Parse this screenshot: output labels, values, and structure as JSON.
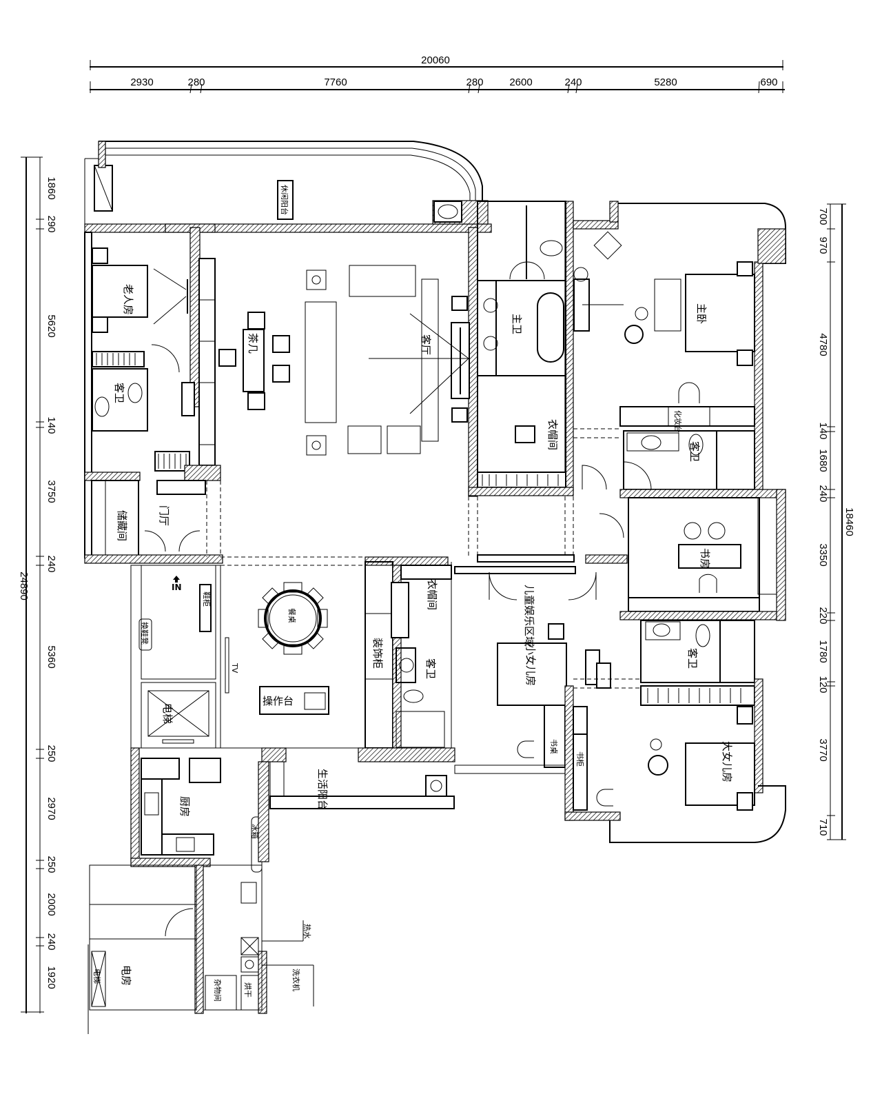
{
  "dimensions": {
    "top_total": "20060",
    "top_segments": [
      "2930",
      "280",
      "7760",
      "280",
      "2600",
      "240",
      "5280",
      "690"
    ],
    "left_total": "24890",
    "left_segments": [
      "1860",
      "290",
      "5620",
      "140",
      "3750",
      "240",
      "5360",
      "250",
      "2970",
      "250",
      "2000",
      "240",
      "1920"
    ],
    "right_total": "18460",
    "right_segments": [
      "700",
      "970",
      "4780",
      "140",
      "1680",
      "240",
      "3350",
      "220",
      "1780",
      "120",
      "3770",
      "710"
    ]
  },
  "rooms": {
    "leisure_balcony": "休闲阳台",
    "elder_room": "老人房",
    "guest_bath_1": "客卫",
    "tea_table": "茶几",
    "living_room": "客厅",
    "master_bath": "主卫",
    "master_closet": "衣帽间",
    "master_bedroom": "主卧",
    "vanity": "化妆台",
    "guest_bath_2": "客卫",
    "study": "书房",
    "storage": "储藏间",
    "foyer": "门厅",
    "shoe_cabinet": "鞋柜",
    "shoe_bench": "换鞋凳",
    "elevator": "电梯",
    "dining_table": "餐桌",
    "island": "操作台",
    "display_cabinet": "装饰柜",
    "closet_2": "衣帽间",
    "guest_bath_3": "客卫",
    "kids_play_area": "儿童娱乐区域",
    "younger_daughter_room": "小女儿房",
    "desk": "书桌",
    "guest_bath_4": "客卫",
    "elder_daughter_room": "大女儿房",
    "bookcase": "书柜",
    "service_balcony": "生活阳台",
    "kitchen": "厨房",
    "fridge": "冰箱",
    "utility_room": "杂物间",
    "dryer": "烘干",
    "washer": "洗衣机",
    "water_heater": "热水",
    "electric_room": "电房",
    "elevator_2": "电梯",
    "tv": "TV",
    "entry": "IN"
  }
}
